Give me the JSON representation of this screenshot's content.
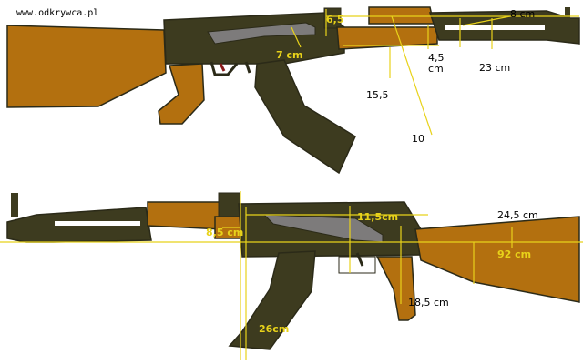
{
  "watermark": "www.odkrywca.pl",
  "colors": {
    "wood": "#b3700f",
    "metal": "#3d3b1f",
    "receiver_cover": "#7d7b7b",
    "yellow_dim": "#e8d21a",
    "black_dim": "#000000"
  },
  "top_rifle": {
    "labels": {
      "sight_height": "6,5",
      "receiver_cover": "7 cm",
      "muzzle_height": "8 cm",
      "handguard_height": "4,5\ncm",
      "front_section": "23 cm",
      "magazine_width": "15,5",
      "diagonal": "10"
    }
  },
  "bottom_rifle": {
    "labels": {
      "handguard": "8,5 cm",
      "receiver": "11,5cm",
      "stock_height": "24,5 cm",
      "stock_length": "92 cm",
      "grip": "18,5 cm",
      "magazine": "26cm"
    }
  }
}
